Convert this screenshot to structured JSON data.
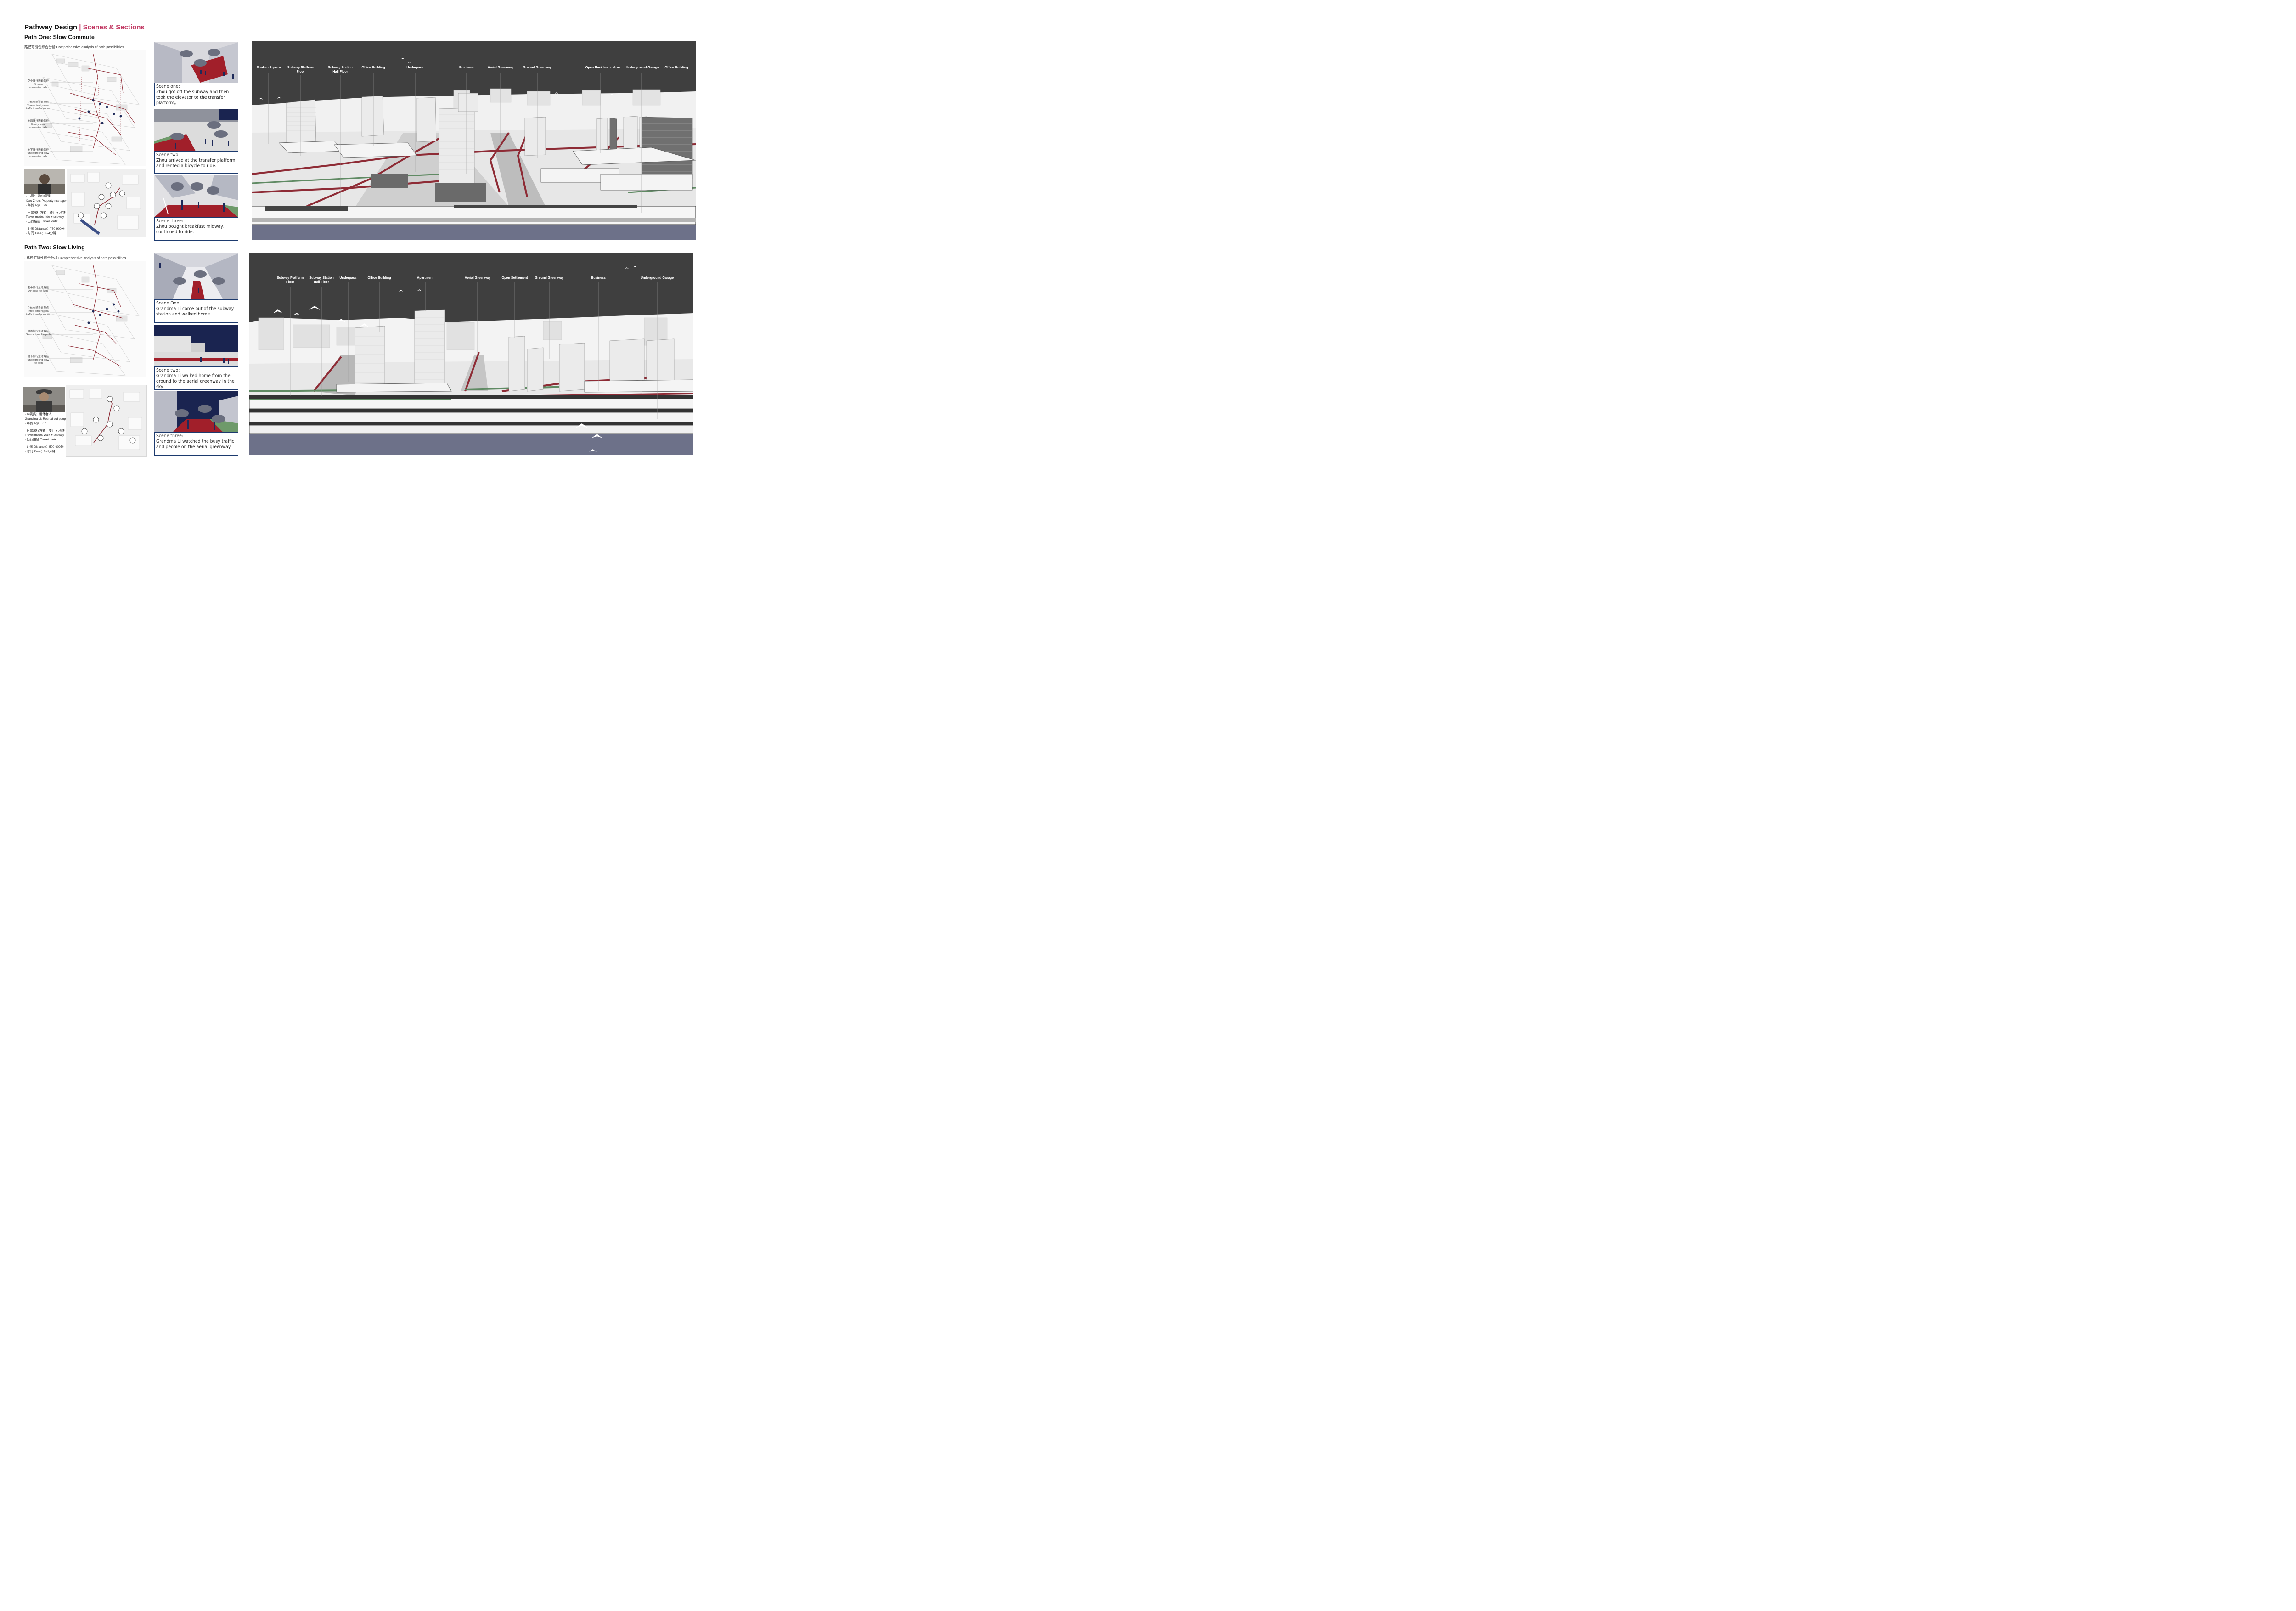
{
  "header": {
    "title_main": "Pathway Design",
    "title_sep": "|",
    "title_accent": "Scenes & Sections"
  },
  "path_one": {
    "title": "Path One: Slow Commute",
    "analysis_label": "路径可能性综合分析  Comprehensive analysis of path possibilities",
    "map_labels": [
      {
        "cn": "空中慢行通勤路径",
        "en": "Air slow\ncommuter path"
      },
      {
        "cn": "立体交通换乘节点",
        "en": "Three-dimensional\ntraffic transfer nodes"
      },
      {
        "cn": "地面慢行通勤路径",
        "en": "Ground slow\ncommuter path"
      },
      {
        "cn": "地下慢行通勤路径",
        "en": "Underground slow\ncommuter path"
      }
    ],
    "person": {
      "name": "· 小周： 物业经理",
      "name_en": "Xiao Zhou: Property manager",
      "age": "· 年龄  Age：26",
      "mode": "· 日常出行方式：骑行 + 地铁",
      "mode_en": "Travel mode: ride + subway",
      "route": "· 出行路径  Travel route:",
      "distance": "· 距离  Distance：750-900米",
      "time": "· 时间  Time：3~4分钟"
    },
    "scenes": [
      {
        "caption": "Scene one:\nZhou got off the subway and then took the elevator to the transfer platform。"
      },
      {
        "caption": "Scene two\nZhou arrived at the transfer platform and rented a bicycle to ride."
      },
      {
        "caption": "Scene three:\nZhou bought breakfast midway, continued to ride."
      }
    ],
    "section_labels": [
      "Sunken Square",
      "Subway Platform\nFloor",
      "Subway Station\nHall Floor",
      "Office Building",
      "Underpass",
      "Business",
      "Aerial Greenway",
      "Ground Greenway",
      "Open Residential Area",
      "Underground Garage",
      "Office Building"
    ]
  },
  "path_two": {
    "title": "Path Two: Slow Living",
    "analysis_label": "· 路径可能性综合分析  Comprehensive analysis of path possibilities",
    "map_labels": [
      {
        "cn": "空中慢行生活路径",
        "en": "Air slow life path"
      },
      {
        "cn": "立体交通换乘节点",
        "en": "Three-dimensional\ntraffic transfer nodes"
      },
      {
        "cn": "地面慢行生活路径",
        "en": "Ground slow life path"
      },
      {
        "cn": "地下慢行生活路径",
        "en": "Underground slow\nlife path"
      }
    ],
    "person": {
      "name": "· 李奶奶：退休老人",
      "name_en": "Grandma Li: Retired old people",
      "age": "· 年龄  Age：67",
      "mode": "· 日常出行方式：步行 + 地铁",
      "mode_en": "Travel mode: walk + subway",
      "route": "· 出行路径  Travel route:",
      "distance": "· 距离  Distance：500-600米",
      "time": "· 时间  Time：7~9分钟"
    },
    "scenes": [
      {
        "caption": "Scene One:\nGrandma Li came out of the subway station and walked home."
      },
      {
        "caption": "Scene two:\nGrandma Li walked home from the ground to the aerial greenway in the sky."
      },
      {
        "caption": "Scene three:\nGrandma Li watched the busy traffic and people on the aerial greenway."
      }
    ],
    "section_labels": [
      "Subway Platform\nFloor",
      "Subway Station\nHall Floor",
      "Underpass",
      "Office Building",
      "Apartment",
      "Aerial Greenway",
      "Open Settlement",
      "Ground Greenway",
      "Business",
      "Underground Garage"
    ]
  },
  "colors": {
    "accent": "#c23a64",
    "path_red": "#8e2b35",
    "greenway": "#5f8a63",
    "sky_dark": "#3f3f3f",
    "caption_border": "#1c3a6e",
    "ground_blue": "#6d7189"
  }
}
